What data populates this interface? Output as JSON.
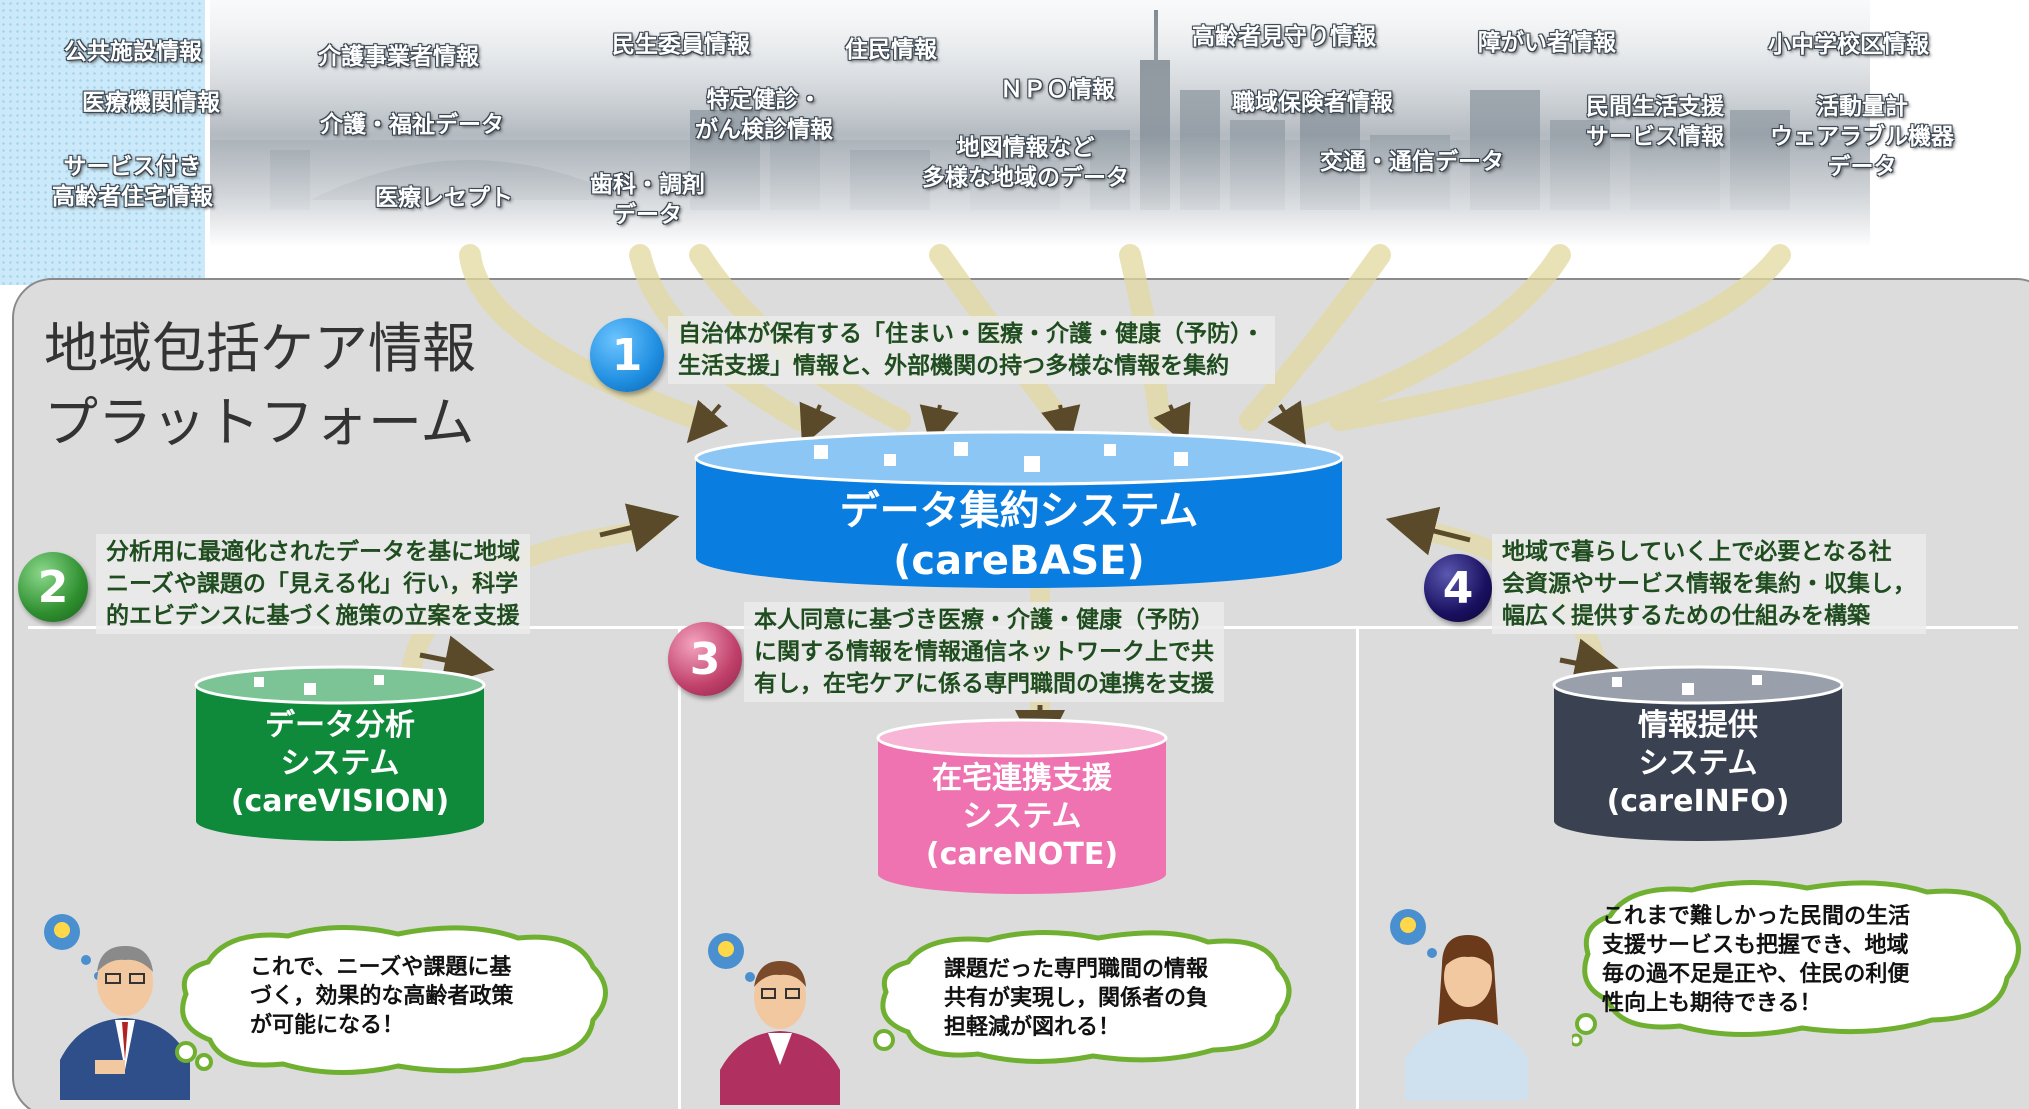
{
  "source_labels": [
    {
      "id": "public-facilities",
      "text": "公共施設情報"
    },
    {
      "id": "medical-institutions",
      "text": "医療機関情報"
    },
    {
      "id": "senior-housing",
      "lines": [
        "サービス付き",
        "高齢者住宅情報"
      ]
    },
    {
      "id": "care-providers",
      "text": "介護事業者情報"
    },
    {
      "id": "care-welfare",
      "text": "介護・福祉データ"
    },
    {
      "id": "medical-receipts",
      "text": "医療レセプト"
    },
    {
      "id": "welfare-commissioners",
      "text": "民生委員情報"
    },
    {
      "id": "health-checkups",
      "lines": [
        "特定健診・",
        "がん検診情報"
      ]
    },
    {
      "id": "dental-pharmacy",
      "lines": [
        "歯科・調剤",
        "データ"
      ]
    },
    {
      "id": "residents",
      "text": "住民情報"
    },
    {
      "id": "npo",
      "text": "ＮＰＯ情報"
    },
    {
      "id": "map-data",
      "lines": [
        "地図情報など",
        "多様な地域のデータ"
      ]
    },
    {
      "id": "elderly-watch",
      "text": "高齢者見守り情報"
    },
    {
      "id": "workplace-insurers",
      "text": "職域保険者情報"
    },
    {
      "id": "transport-telecom",
      "text": "交通・通信データ"
    },
    {
      "id": "disabled-persons",
      "text": "障がい者情報"
    },
    {
      "id": "private-life-support",
      "lines": [
        "民間生活支援",
        "サービス情報"
      ]
    },
    {
      "id": "school-districts",
      "text": "小中学校区情報"
    },
    {
      "id": "activity-wearable",
      "lines": [
        "活動量計",
        "ウェアラブル機器",
        "データ"
      ]
    }
  ],
  "platform_title": [
    "地域包括ケア情報",
    "プラットフォーム"
  ],
  "steps": [
    {
      "number": "1",
      "lines": [
        "自治体が保有する「住まい・医療・介護・健康（予防）・",
        "生活支援」情報と、外部機関の持つ多様な情報を集約"
      ],
      "color": "#1f8ee0"
    },
    {
      "number": "2",
      "lines": [
        "分析用に最適化されたデータを基に地域",
        "ニーズや課題の「見える化」行い，科学",
        "的エビデンスに基づく施策の立案を支援"
      ],
      "color": "#2f8f2f"
    },
    {
      "number": "3",
      "lines": [
        "本人同意に基づき医療・介護・健康（予防）",
        "に関する情報を情報通信ネットワーク上で共",
        "有し，在宅ケアに係る専門職間の連携を支援"
      ],
      "color": "#c0406a"
    },
    {
      "number": "4",
      "lines": [
        "地域で暮らしていく上で必要となる社",
        "会資源やサービス情報を集約・収集し，",
        "幅広く提供するための仕組みを構築"
      ],
      "color": "#1a1060"
    }
  ],
  "systems": [
    {
      "id": "carebase",
      "lines": [
        "データ集約システム",
        "(careBASE)"
      ],
      "color": "#0a7de0"
    },
    {
      "id": "carevision",
      "lines": [
        "データ分析",
        "システム",
        "(careVISION)"
      ],
      "color": "#0f8a3a"
    },
    {
      "id": "carenote",
      "lines": [
        "在宅連携支援",
        "システム",
        "(careNOTE)"
      ],
      "color": "#ee73b0"
    },
    {
      "id": "careinfo",
      "lines": [
        "情報提供",
        "システム",
        "(careINFO)"
      ],
      "color": "#3a4150"
    }
  ],
  "speech_bubbles": [
    {
      "id": "policy-maker",
      "lines": [
        "これで、ニーズや課題に基",
        "づく，効果的な高齢者政策",
        "が可能になる！"
      ]
    },
    {
      "id": "care-professional",
      "lines": [
        "課題だった専門職間の情報",
        "共有が実現し，関係者の負",
        "担軽減が図れる！"
      ]
    },
    {
      "id": "resident",
      "lines": [
        "これまで難しかった民間の生活",
        "支援サービスも把握でき、地域",
        "毎の過不足是正や、住民の利便",
        "性向上も期待できる！"
      ]
    }
  ],
  "colors": {
    "panel": "#dcdcdc",
    "desc_text": "#1f4d1f",
    "flow": "#e3d9a0",
    "arrow": "#5a4a2a",
    "bubble_border": "#6fb030"
  }
}
